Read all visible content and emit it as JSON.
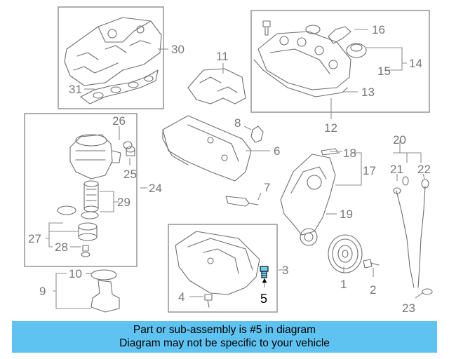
{
  "callouts": {
    "c1": "1",
    "c2": "2",
    "c3": "3",
    "c4": "4",
    "c5": "5",
    "c6": "6",
    "c7": "7",
    "c8": "8",
    "c9": "9",
    "c10": "10",
    "c11": "11",
    "c12": "12",
    "c13": "13",
    "c14": "14",
    "c15": "15",
    "c16": "16",
    "c17": "17",
    "c18": "18",
    "c19": "19",
    "c20": "20",
    "c21": "21",
    "c22": "22",
    "c23": "23",
    "c24": "24",
    "c25": "25",
    "c26": "26",
    "c27": "27",
    "c28": "28",
    "c29": "29",
    "c30": "30",
    "c31": "31"
  },
  "highlighted_part": "5",
  "colors": {
    "highlight": "#6bd0f0",
    "footer_bg": "#5fc3f1"
  },
  "footer": {
    "line1": "Part or sub-assembly is #5 in diagram",
    "line2": "Diagram may not be specific to your vehicle"
  }
}
